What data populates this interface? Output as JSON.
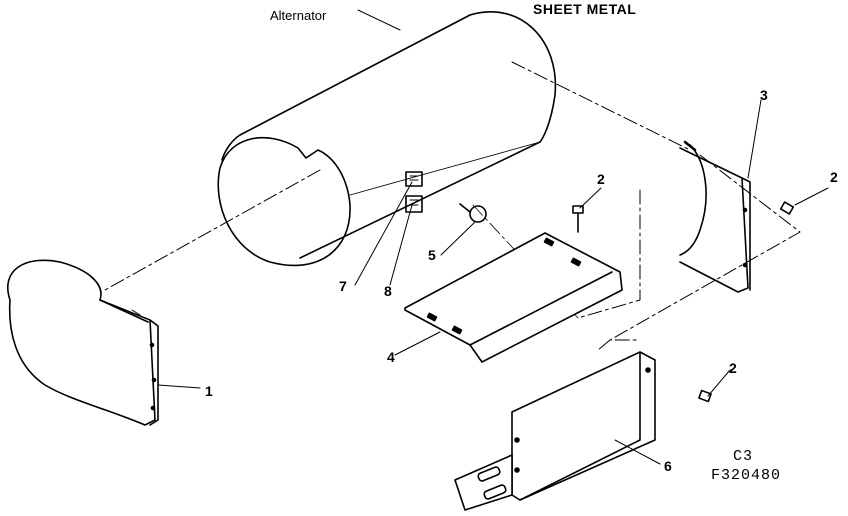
{
  "title": "SHEET METAL",
  "alternator_label": "Alternator",
  "callouts": {
    "c1": "1",
    "c2a": "2",
    "c2b": "2",
    "c2c": "2",
    "c3": "3",
    "c4": "4",
    "c5": "5",
    "c6": "6",
    "c7": "7",
    "c8": "8"
  },
  "figure_code_line1": "C3",
  "figure_code_line2": "F320480",
  "colors": {
    "ink": "#000000",
    "paper": "#ffffff"
  }
}
